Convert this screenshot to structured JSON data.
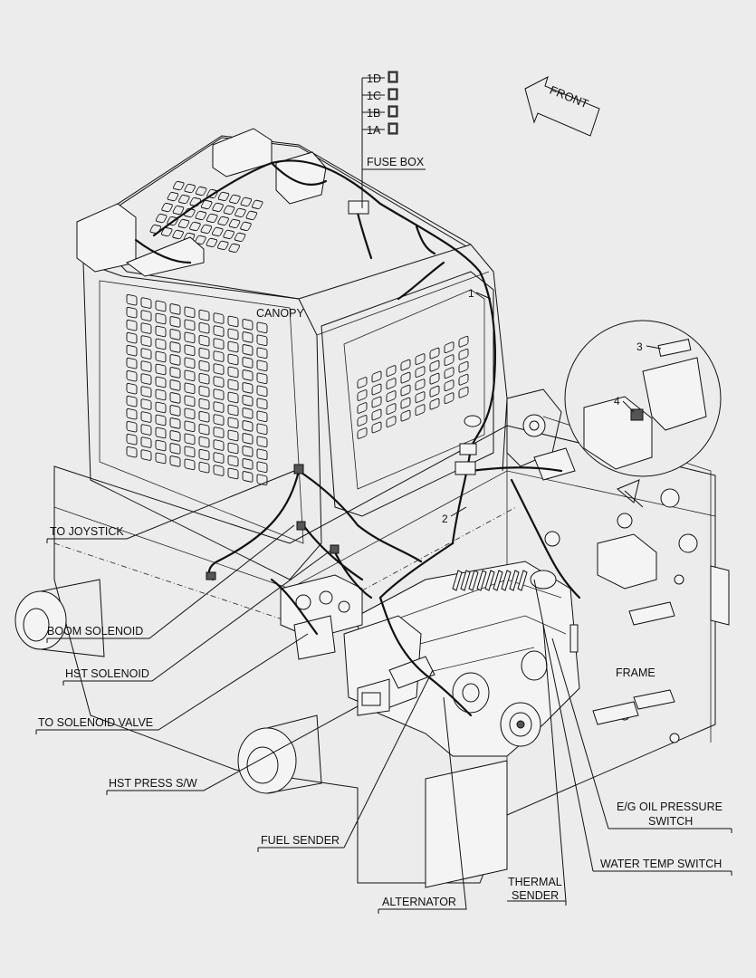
{
  "labels": {
    "fuse_1d": "1D",
    "fuse_1c": "1C",
    "fuse_1b": "1B",
    "fuse_1a": "1A",
    "fuse_box": "FUSE BOX",
    "front": "FRONT",
    "canopy": "CANOPY",
    "frame": "FRAME",
    "to_joystick": "TO JOYSTICK",
    "boom_solenoid": "BOOM SOLENOID",
    "hst_solenoid": "HST SOLENOID",
    "to_solenoid_valve": "TO SOLENOID VALVE",
    "hst_press_sw": "HST PRESS S/W",
    "fuel_sender": "FUEL SENDER",
    "alternator": "ALTERNATOR",
    "thermal_sender_1": "THERMAL",
    "thermal_sender_2": "SENDER",
    "eg_oil_pressure_1": "E/G OIL PRESSURE",
    "eg_oil_pressure_2": "SWITCH",
    "water_temp_switch": "WATER TEMP SWITCH"
  },
  "callouts": {
    "item_1": "1",
    "item_2": "2",
    "item_3": "3",
    "item_4": "4"
  },
  "icons": {
    "front_arrow": "arrow-icon",
    "fuse": "fuse-icon"
  }
}
